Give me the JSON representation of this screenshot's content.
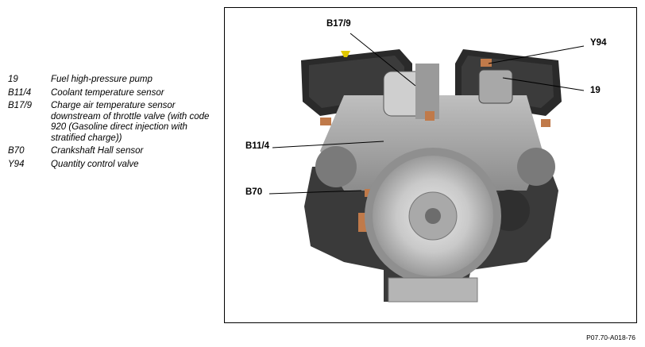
{
  "legend": {
    "items": [
      {
        "code": "19",
        "description": "Fuel high-pressure pump"
      },
      {
        "code": "B11/4",
        "description": "Coolant temperature sensor"
      },
      {
        "code": "B17/9",
        "description": "Charge air temperature sensor downstream of throttle valve (with code 920 (Gasoline direct injection with stratified charge))"
      },
      {
        "code": "B70",
        "description": "Crankshaft Hall sensor"
      },
      {
        "code": "Y94",
        "description": "Quantity control valve"
      }
    ]
  },
  "figure": {
    "callouts": {
      "b17_9": "B17/9",
      "y94": "Y94",
      "nineteen": "19",
      "b11_4": "B11/4",
      "b70": "B70"
    },
    "id": "P07.70-A018-76"
  }
}
